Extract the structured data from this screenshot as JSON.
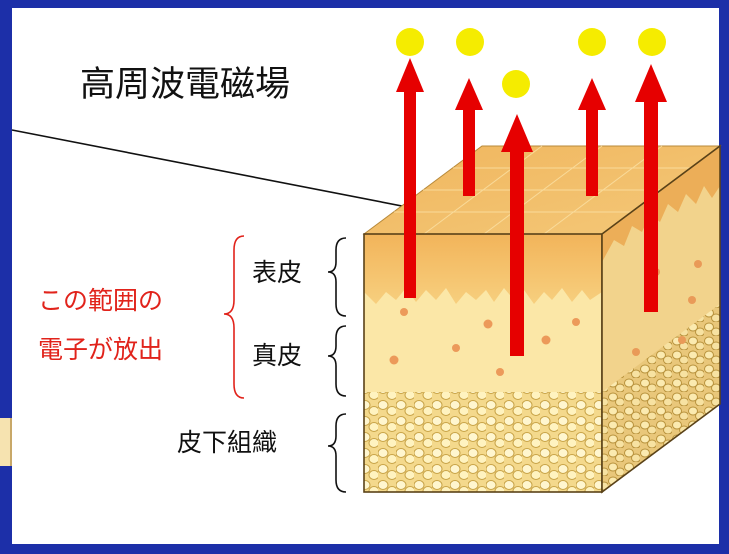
{
  "title": "高周波電磁場",
  "layers": {
    "epidermis": "表皮",
    "dermis": "真皮",
    "subcutaneous": "皮下組織"
  },
  "emission_label": {
    "line1": "この範囲の",
    "line2": "電子が放出"
  },
  "colors": {
    "frame": "#1c2fa8",
    "arrow": "#e60000",
    "electron": "#f5ec00",
    "label_red": "#e1231b"
  }
}
